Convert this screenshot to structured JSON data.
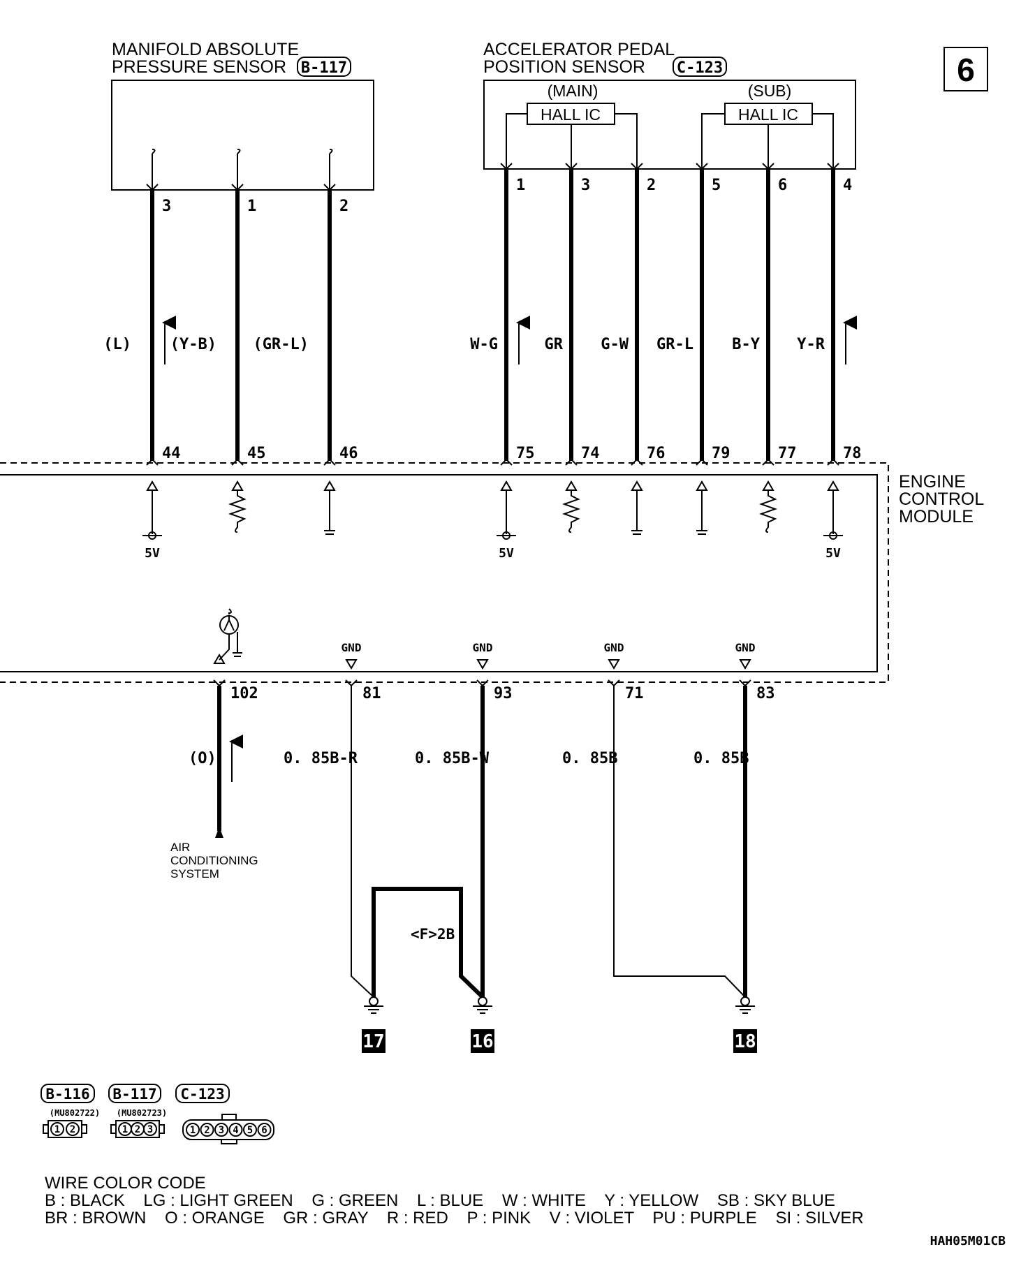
{
  "page_number": "6",
  "sensors": {
    "map": {
      "line1": "MANIFOLD ABSOLUTE",
      "line2": "PRESSURE SENSOR",
      "connector": "B-117"
    },
    "apps": {
      "line1": "ACCELERATOR PEDAL",
      "line2": "POSITION SENSOR",
      "connector": "C-123",
      "main": "(MAIN)",
      "sub": "(SUB)",
      "hall_ic": "HALL IC"
    }
  },
  "map_wires": [
    {
      "pin": "3",
      "color": "(L)",
      "ecm_pin": "44",
      "arrow": true
    },
    {
      "pin": "1",
      "color": "(Y-B)",
      "ecm_pin": "45",
      "arrow": false
    },
    {
      "pin": "2",
      "color": "(GR-L)",
      "ecm_pin": "46",
      "arrow": false
    }
  ],
  "apps_wires": [
    {
      "pin": "1",
      "color": "W-G",
      "ecm_pin": "75",
      "arrow": true
    },
    {
      "pin": "3",
      "color": "GR",
      "ecm_pin": "74",
      "arrow": false
    },
    {
      "pin": "2",
      "color": "G-W",
      "ecm_pin": "76",
      "arrow": false
    },
    {
      "pin": "5",
      "color": "GR-L",
      "ecm_pin": "79",
      "arrow": false
    },
    {
      "pin": "6",
      "color": "B-Y",
      "ecm_pin": "77",
      "arrow": false
    },
    {
      "pin": "4",
      "color": "Y-R",
      "ecm_pin": "78",
      "arrow": true
    }
  ],
  "ecm": {
    "line1": "ENGINE",
    "line2": "CONTROL",
    "line3": "MODULE",
    "supply": "5V",
    "gnd": "GND"
  },
  "lower_wires": [
    {
      "ecm_pin": "102",
      "color": "(O)"
    },
    {
      "ecm_pin": "81",
      "color": "0. 85B-R"
    },
    {
      "ecm_pin": "93",
      "color": "0. 85B-W"
    },
    {
      "ecm_pin": "71",
      "color": "0. 85B"
    },
    {
      "ecm_pin": "83",
      "color": "0. 85B"
    }
  ],
  "ac_system": {
    "line1": "AIR",
    "line2": "CONDITIONING",
    "line3": "SYSTEM"
  },
  "junction": "<F>2B",
  "grounds": [
    "17",
    "16",
    "18"
  ],
  "connectors": [
    {
      "id": "B-116",
      "part": "(MU802722)",
      "pins": [
        "1",
        "2"
      ]
    },
    {
      "id": "B-117",
      "part": "(MU802723)",
      "pins": [
        "1",
        "2",
        "3"
      ]
    },
    {
      "id": "C-123",
      "part": "",
      "pins": [
        "1",
        "2",
        "3",
        "4",
        "5",
        "6"
      ]
    }
  ],
  "legend": {
    "title": "WIRE COLOR CODE",
    "row1": "B : BLACK    LG : LIGHT GREEN    G : GREEN    L : BLUE    W : WHITE    Y : YELLOW    SB : SKY BLUE",
    "row2": "BR : BROWN    O : ORANGE    GR : GRAY    R : RED    P : PINK    V : VIOLET    PU : PURPLE    SI : SILVER"
  },
  "drawing_code": "HAH05M01CB"
}
